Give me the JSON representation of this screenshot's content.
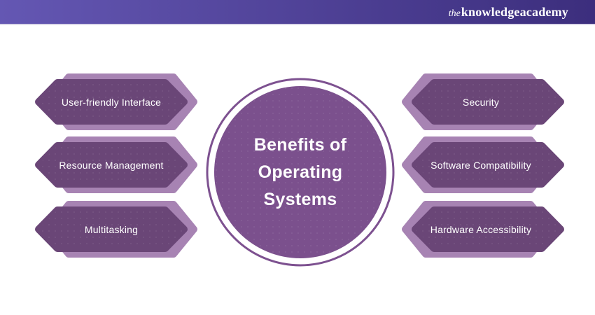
{
  "header": {
    "logo_the": "the",
    "logo_knowledge": "knowledge",
    "logo_academy": "academy"
  },
  "center": {
    "title_lines": [
      "Benefits of",
      "Operating",
      "Systems"
    ]
  },
  "benefits": {
    "left": [
      {
        "label": "User-friendly Interface"
      },
      {
        "label": "Resource Management"
      },
      {
        "label": "Multitasking"
      }
    ],
    "right": [
      {
        "label": "Security"
      },
      {
        "label": "Software Compatibility"
      },
      {
        "label": "Hardware Accessibility"
      }
    ]
  },
  "colors": {
    "header_gradient_start": "#6457b3",
    "header_gradient_end": "#3c2e7d",
    "hex_main": "#6a4677",
    "hex_back": "#a783b3",
    "circle_fill": "#7b508d",
    "ring_stroke": "#7d5190",
    "text": "#ffffff"
  }
}
